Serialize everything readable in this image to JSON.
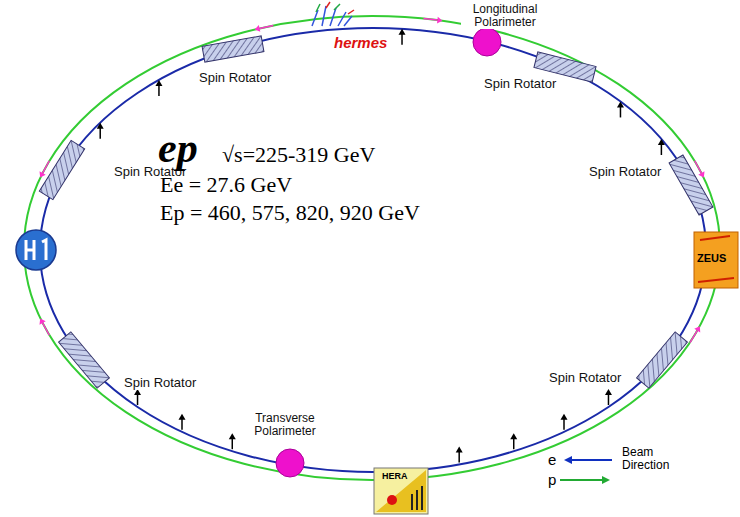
{
  "diagram": {
    "nodes": [
      {
        "text": [
          "Spin Rotator"
        ]
      },
      {
        "text": [
          "Longitudinal Polarimeter"
        ]
      },
      {
        "text": [
          "Spin Rotator"
        ]
      },
      {
        "text": [
          "Spin Rotator"
        ]
      },
      {
        "text": [
          "Spin Rotator"
        ]
      },
      {
        "text": [
          "Spin Rotator"
        ]
      },
      {
        "text": [
          "Spin Rotator"
        ]
      },
      {
        "text": [
          "Transverse Polarimeter"
        ]
      }
    ],
    "labels": [
      "hermes",
      "ep",
      "√s=225-319 GeV",
      "Ee = 27.6 GeV",
      "Ep = 460, 575, 820, 920 GeV",
      "ZEUS",
      "HERA",
      "e",
      "p",
      "Beam Direction"
    ]
  }
}
